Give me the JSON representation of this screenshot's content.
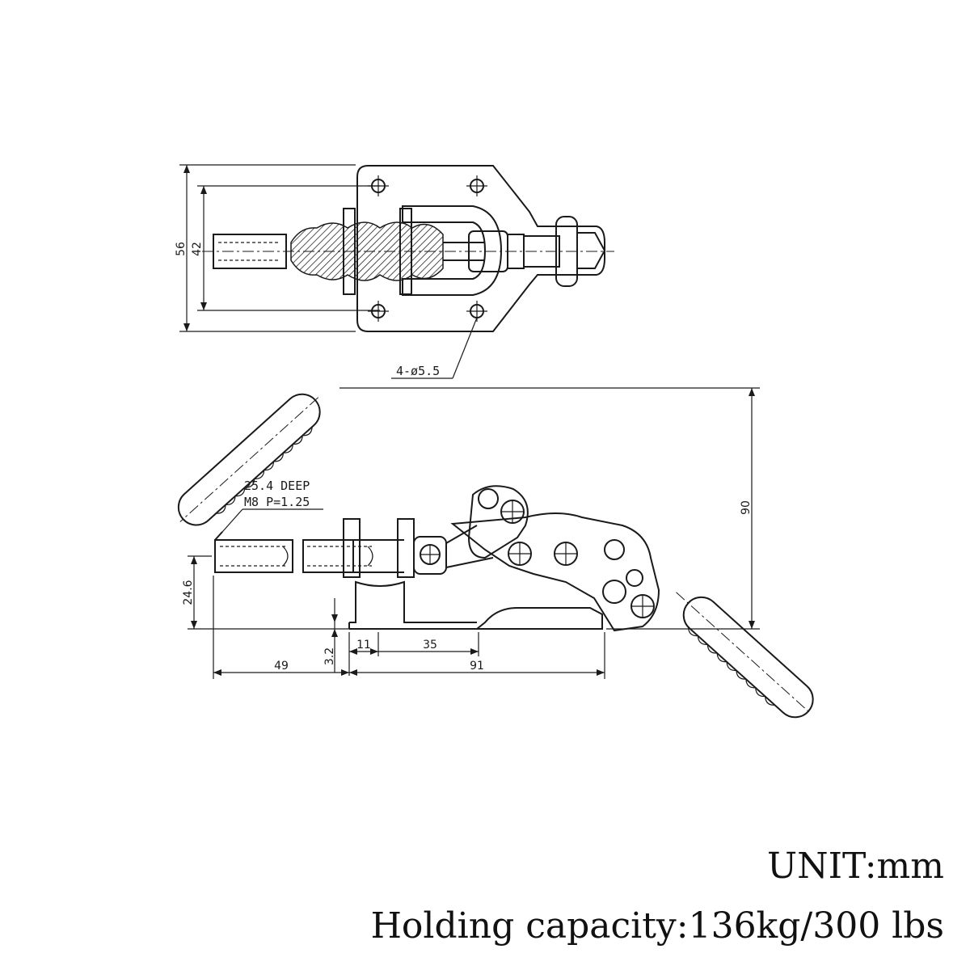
{
  "drawing": {
    "top_view": {
      "dim_overall_width": "56",
      "dim_hole_spacing": "42",
      "hole_note": "4-ø5.5"
    },
    "side_view": {
      "thread_note_line1": "25.4 DEEP",
      "thread_note_line2": "M8 P=1.25",
      "dim_height_total": "90",
      "dim_spindle_height": "24.6",
      "dim_plunger_length": "49",
      "dim_base_thickness": "3.2",
      "dim_offset": "11",
      "dim_hole_pitch": "35",
      "dim_base_length": "91"
    }
  },
  "footer": {
    "unit": "UNIT:mm",
    "capacity": "Holding capacity:136kg/300 lbs"
  }
}
